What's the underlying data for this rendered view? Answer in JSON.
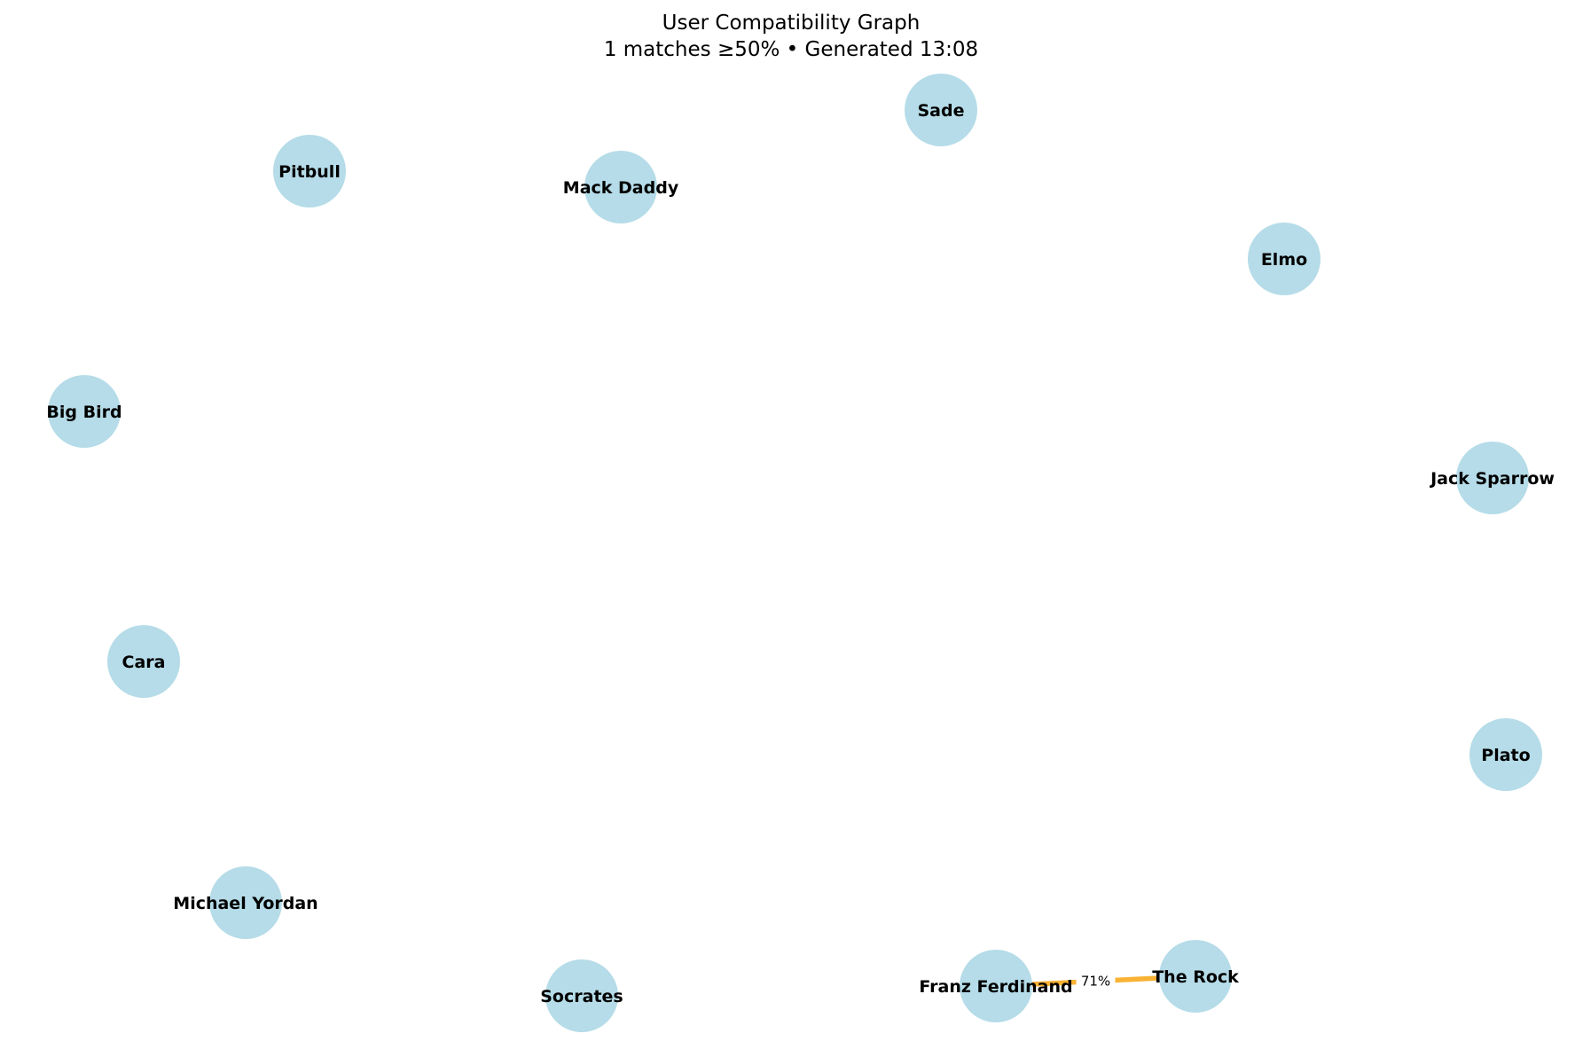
{
  "title": "User Compatibility Graph",
  "subtitle": "1 matches ≥50% • Generated 13:08",
  "colors": {
    "node_fill": "#add8e6",
    "edge_color": "#f9b233",
    "background": "#ffffff",
    "text": "#000000"
  },
  "nodes": [
    {
      "id": "sade",
      "label": "Sade"
    },
    {
      "id": "pitbull",
      "label": "Pitbull"
    },
    {
      "id": "mack-daddy",
      "label": "Mack Daddy"
    },
    {
      "id": "elmo",
      "label": "Elmo"
    },
    {
      "id": "big-bird",
      "label": "Big Bird"
    },
    {
      "id": "jack-sparrow",
      "label": "Jack Sparrow"
    },
    {
      "id": "cara",
      "label": "Cara"
    },
    {
      "id": "plato",
      "label": "Plato"
    },
    {
      "id": "michael-yordan",
      "label": "Michael Yordan"
    },
    {
      "id": "socrates",
      "label": "Socrates"
    },
    {
      "id": "franz-ferdinand",
      "label": "Franz Ferdinand"
    },
    {
      "id": "the-rock",
      "label": "The Rock"
    }
  ],
  "edges": [
    {
      "source": "franz-ferdinand",
      "target": "the-rock",
      "label": "71%",
      "score": 0.71
    }
  ]
}
